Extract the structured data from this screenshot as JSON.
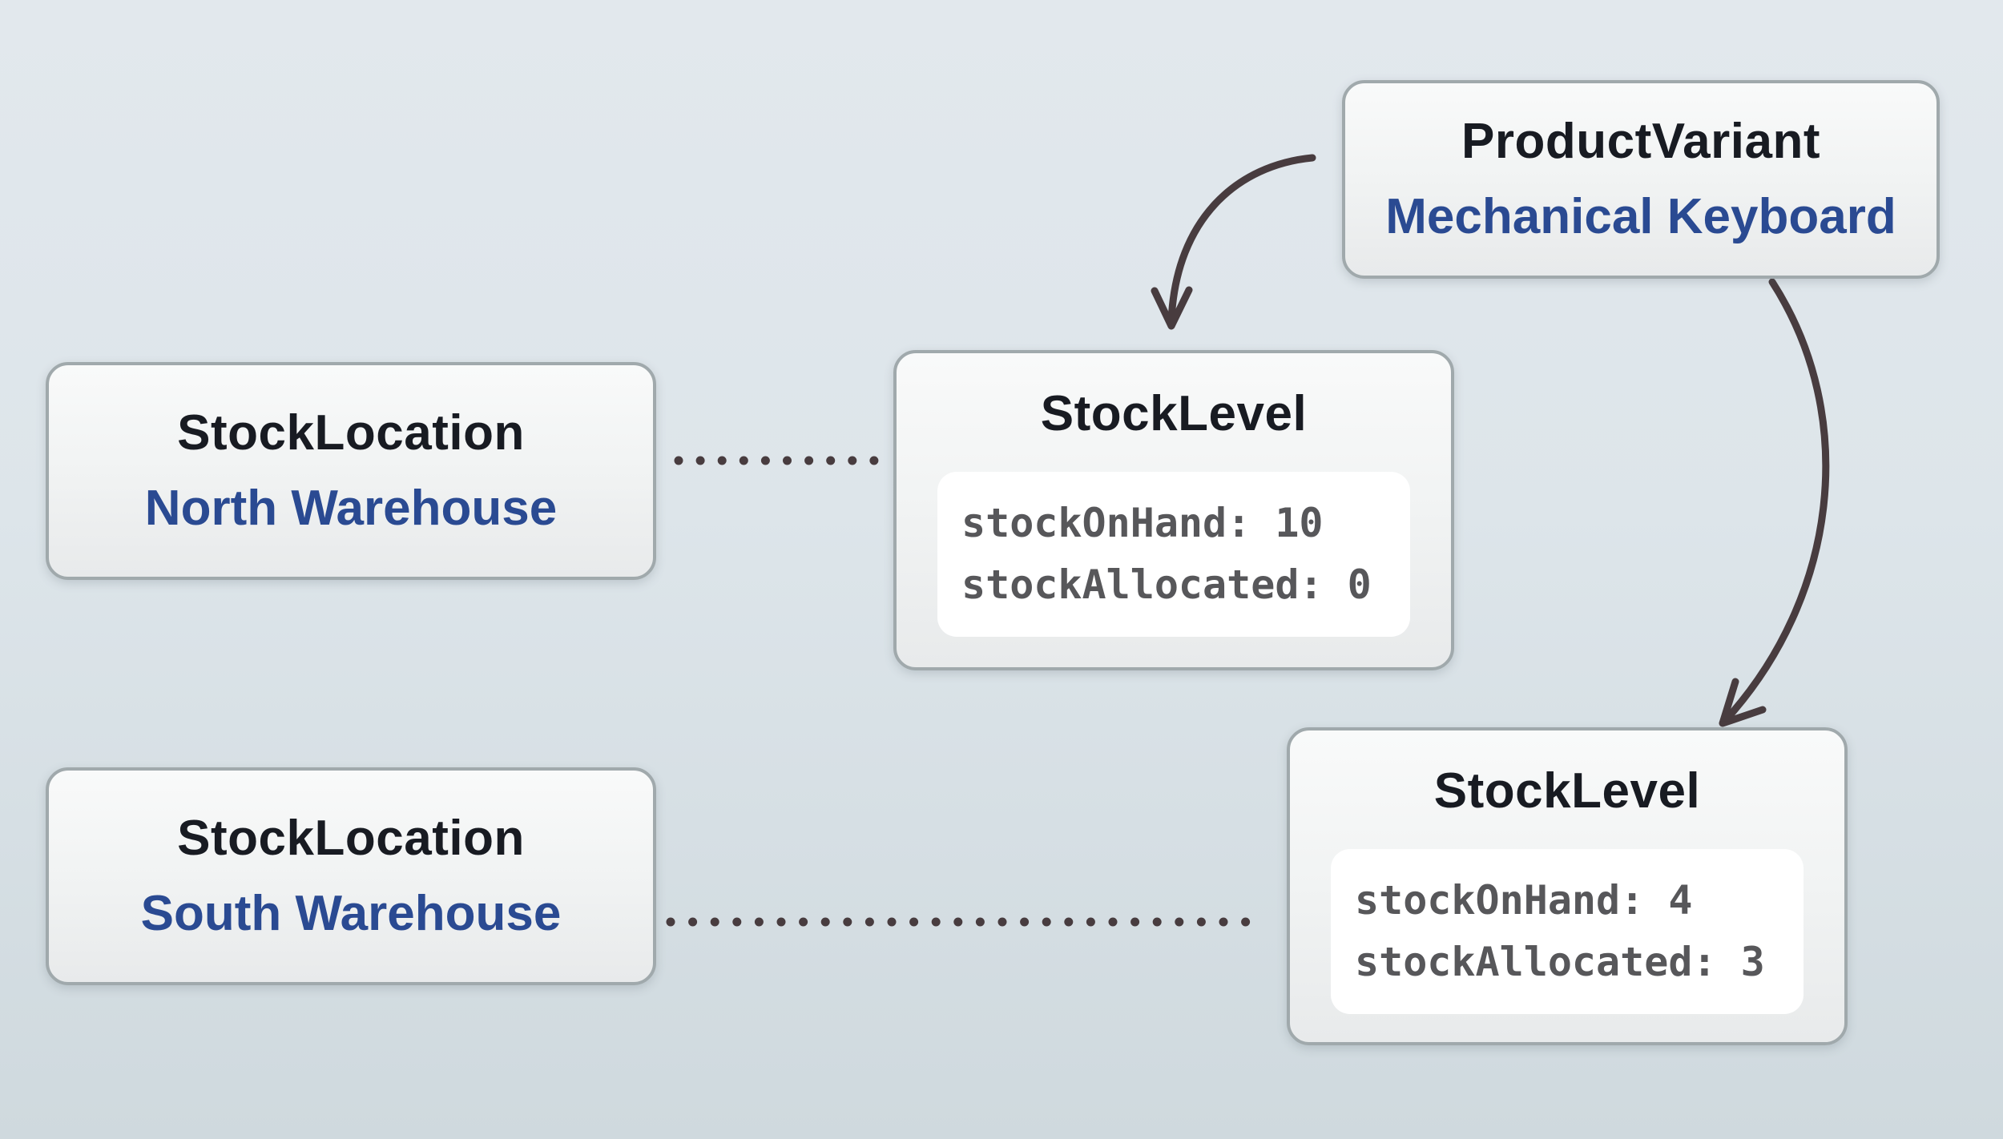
{
  "palette": {
    "bg_top": "#e2e8ed",
    "bg_bottom": "#cfd9de",
    "box_border": "#a0a9ac",
    "box_fill_top": "#f9fafa",
    "box_fill_bottom": "#e8eaeb",
    "panel_bg": "#ffffff",
    "title_color": "#181b22",
    "accent_blue": "#2a4a92",
    "mono_color": "#57575a",
    "connector": "#483c3f"
  },
  "nodes": {
    "product_variant": {
      "type": "ProductVariant",
      "name": "Mechanical Keyboard"
    },
    "stock_location_north": {
      "type": "StockLocation",
      "name": "North Warehouse"
    },
    "stock_level_north": {
      "type": "StockLevel",
      "lines": [
        "stockOnHand: 10",
        "stockAllocated: 0"
      ]
    },
    "stock_location_south": {
      "type": "StockLocation",
      "name": "South Warehouse"
    },
    "stock_level_south": {
      "type": "StockLevel",
      "lines": [
        "stockOnHand: 4",
        "stockAllocated: 3"
      ]
    }
  },
  "edges": [
    {
      "from": "product_variant",
      "to": "stock_level_north",
      "style": "curved-arrow"
    },
    {
      "from": "product_variant",
      "to": "stock_level_south",
      "style": "curved-arrow"
    },
    {
      "from": "stock_location_north",
      "to": "stock_level_north",
      "style": "dotted-line"
    },
    {
      "from": "stock_location_south",
      "to": "stock_level_south",
      "style": "dotted-line"
    }
  ]
}
